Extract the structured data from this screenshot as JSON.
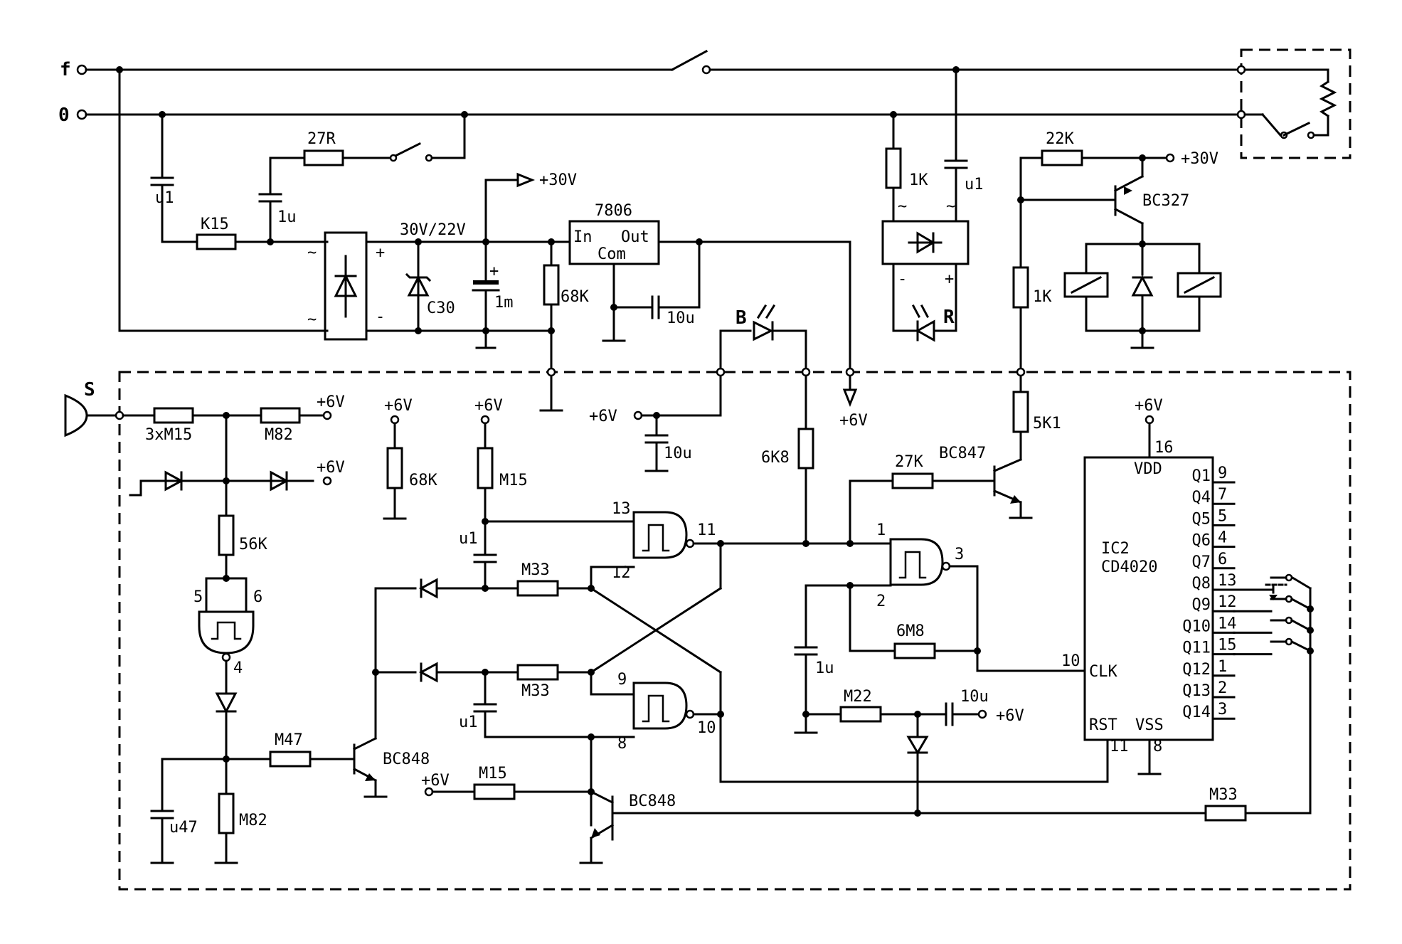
{
  "terminals": {
    "f": "f",
    "zero": "0"
  },
  "labels": {
    "c_u1_top": "u1",
    "r_k15": "K15",
    "r_27r": "27R",
    "c_1u_top": "1u",
    "v_30v_22v": "30V/22V",
    "zener_c30": "C30",
    "c_1m": "1m",
    "r_68k_top": "68K",
    "reg_7806": "7806",
    "reg_in": "In",
    "reg_out": "Out",
    "reg_com": "Com",
    "c_10u_reg": "10u",
    "plus30v_a": "+30V",
    "led_b": "B",
    "led_r": "R",
    "r_1k_mains": "1K",
    "c_u1_mains": "u1",
    "r_22k": "22K",
    "plus30v_b": "+30V",
    "t_bc327": "BC327",
    "r_1k_relay": "1K",
    "r_5k1": "5K1",
    "t_bc847": "BC847",
    "r_27k": "27K",
    "sensor_s": "S",
    "r_3xm15": "3xM15",
    "r_m82_top": "M82",
    "plus6v_1": "+6V",
    "plus6v_2": "+6V",
    "r_56k": "56K",
    "pin5": "5",
    "pin6": "6",
    "pin4": "4",
    "plus6v_3": "+6V",
    "r_68k_mid": "68K",
    "plus6v_4": "+6V",
    "r_m15_top": "M15",
    "plus6v_5": "+6V",
    "c_10u_mid": "10u",
    "plus6v_6": "+6V",
    "r_6k8": "6K8",
    "c_u1_a": "u1",
    "r_m33_a": "M33",
    "pin13": "13",
    "pin12": "12",
    "pin11": "11",
    "r_m33_b": "M33",
    "c_u1_b": "u1",
    "pin9": "9",
    "pin8": "8",
    "pin10": "10",
    "pin1": "1",
    "pin2": "2",
    "pin3": "3",
    "r_6m8": "6M8",
    "c_1u_mid": "1u",
    "r_m22": "M22",
    "c_10u_low": "10u",
    "plus6v_7": "+6V",
    "r_m47": "M47",
    "t_bc848_a": "BC848",
    "c_u47": "u47",
    "r_m82_low": "M82",
    "plus6v_8": "+6V",
    "r_m15_low": "M15",
    "t_bc848_b": "BC848",
    "r_m33_low": "M33",
    "plus6v_ic": "+6V",
    "ic_pin16": "16",
    "ic_vdd": "VDD",
    "ic_name1": "IC2",
    "ic_name2": "CD4020",
    "ic_clk": "CLK",
    "ic_clk_pin": "10",
    "ic_rst": "RST",
    "ic_vss": "VSS",
    "ic_rst_pin": "11",
    "ic_vss_pin": "8",
    "rect_minus": "-",
    "rect_plus": "+",
    "bridge_plus": "+",
    "bridge_minus": "-"
  },
  "ic_outputs": [
    {
      "name": "Q1",
      "pin": "9"
    },
    {
      "name": "Q4",
      "pin": "7"
    },
    {
      "name": "Q5",
      "pin": "5"
    },
    {
      "name": "Q6",
      "pin": "4"
    },
    {
      "name": "Q7",
      "pin": "6"
    },
    {
      "name": "Q8",
      "pin": "13"
    },
    {
      "name": "Q9",
      "pin": "12"
    },
    {
      "name": "Q10",
      "pin": "14"
    },
    {
      "name": "Q11",
      "pin": "15"
    },
    {
      "name": "Q12",
      "pin": "1"
    },
    {
      "name": "Q13",
      "pin": "2"
    },
    {
      "name": "Q14",
      "pin": "3"
    }
  ]
}
